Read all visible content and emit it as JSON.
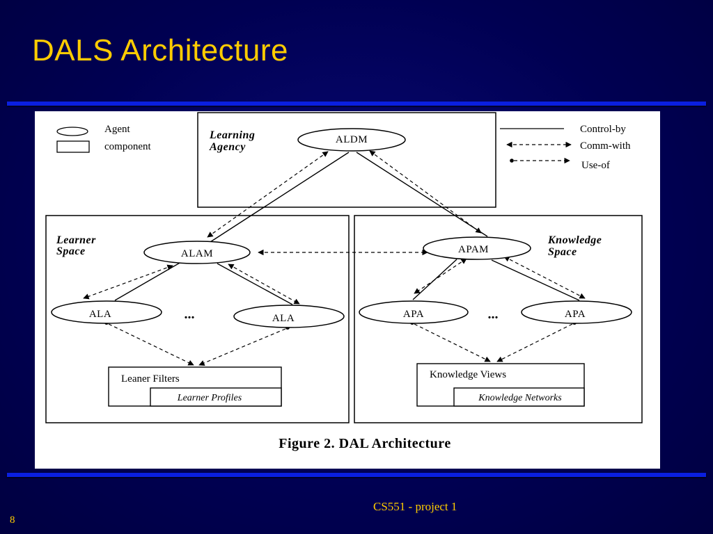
{
  "slide": {
    "title": "DALS Architecture",
    "footer": "CS551 - project 1",
    "page_number": "8"
  },
  "diagram": {
    "caption": "Figure 2. DAL Architecture",
    "legend": {
      "agent": "Agent",
      "component": "component",
      "control_by": "Control-by",
      "comm_with": "Comm-with",
      "use_of": "Use-of"
    },
    "regions": {
      "agency": [
        "Learning",
        "Agency"
      ],
      "learner": [
        "Learner",
        "Space"
      ],
      "knowledge": [
        "Knowledge",
        "Space"
      ]
    },
    "agents": {
      "aldm": "ALDM",
      "alam": "ALAM",
      "apam": "APAM",
      "ala_left": "ALA",
      "ala_right": "ALA",
      "apa_left": "APA",
      "apa_right": "APA",
      "ellipsis_learner": "...",
      "ellipsis_knowledge": "..."
    },
    "components": {
      "learner_filters": "Leaner  Filters",
      "learner_profiles": "Learner Profiles",
      "knowledge_views": "Knowledge  Views",
      "knowledge_networks": "Knowledge Networks"
    }
  }
}
